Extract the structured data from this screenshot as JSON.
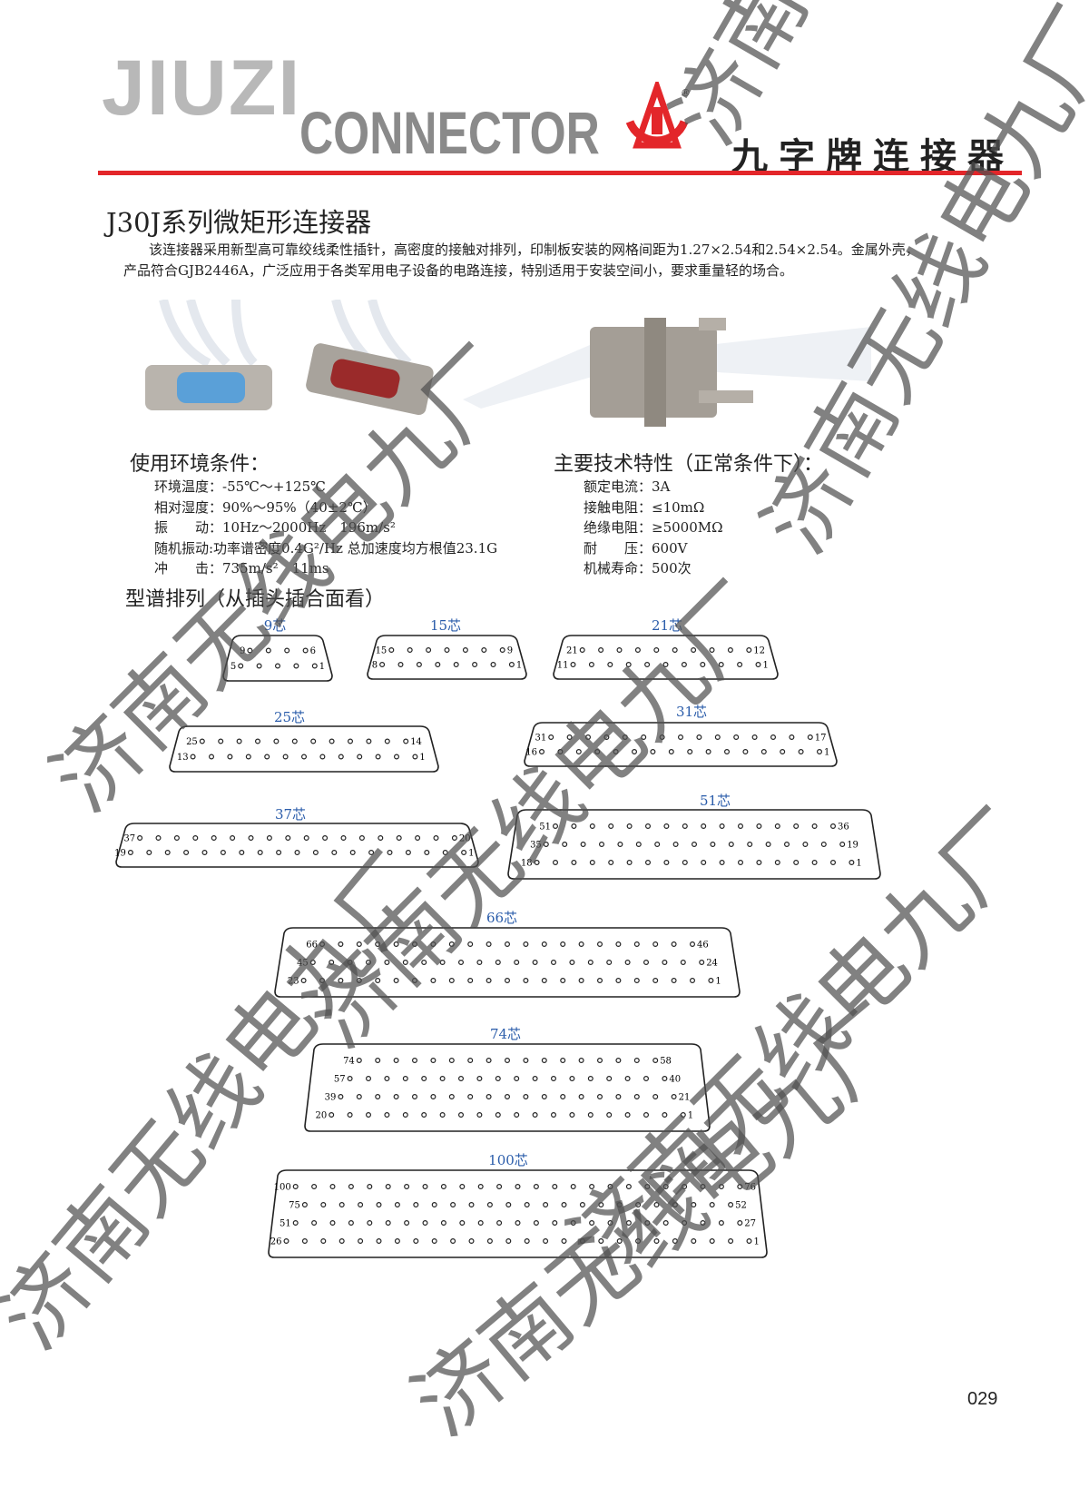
{
  "header": {
    "logo_en_1": "JIUZI",
    "logo_en_2": "CONNECTOR",
    "brand_cn": "九字牌连接器",
    "registered": "®"
  },
  "title": "J30J系列微矩形连接器",
  "intro": "该连接器采用新型高可靠绞线柔性插针，高密度的接触对排列，印制板安装的网格间距为1.27×2.54和2.54×2.54。金属外壳，产品符合GJB2446A，广泛应用于各类军用电子设备的电路连接，特别适用于安装空间小，要求重量轻的场合。",
  "env": {
    "heading": "使用环境条件：",
    "items": [
      "环境温度：-55℃～+125℃",
      "相对湿度：90%～95%（40±2℃）",
      "振　　动：10Hz～2000Hz　196m/s²",
      "随机振动:功率谱密度0.4G²/Hz 总加速度均方根值23.1G",
      "冲　　击：735m/s²　11ms"
    ]
  },
  "tech": {
    "heading": "主要技术特性（正常条件下）：",
    "items": [
      "额定电流：3A",
      "接触电阻：≤10mΩ",
      "绝缘电阻：≥5000MΩ",
      "耐　　压：600V",
      "机械寿命：500次"
    ]
  },
  "layout_heading": "型谱排列（从插头插合面看）",
  "connectors": [
    {
      "title": "9芯",
      "rows": [
        [
          9,
          6
        ],
        [
          5,
          1
        ]
      ]
    },
    {
      "title": "15芯",
      "rows": [
        [
          15,
          9
        ],
        [
          8,
          1
        ]
      ]
    },
    {
      "title": "21芯",
      "rows": [
        [
          21,
          12
        ],
        [
          11,
          1
        ]
      ]
    },
    {
      "title": "25芯",
      "rows": [
        [
          25,
          14
        ],
        [
          13,
          1
        ]
      ]
    },
    {
      "title": "31芯",
      "rows": [
        [
          31,
          17
        ],
        [
          16,
          1
        ]
      ]
    },
    {
      "title": "37芯",
      "rows": [
        [
          37,
          20
        ],
        [
          19,
          1
        ]
      ]
    },
    {
      "title": "51芯",
      "rows": [
        [
          51,
          36
        ],
        [
          35,
          19
        ],
        [
          18,
          1
        ]
      ]
    },
    {
      "title": "66芯",
      "rows": [
        [
          66,
          46
        ],
        [
          45,
          24
        ],
        [
          23,
          1
        ]
      ]
    },
    {
      "title": "74芯",
      "rows": [
        [
          74,
          58
        ],
        [
          57,
          40
        ],
        [
          39,
          21
        ],
        [
          20,
          1
        ]
      ]
    },
    {
      "title": "100芯",
      "rows": [
        [
          100,
          76
        ],
        [
          75,
          52
        ],
        [
          51,
          27
        ],
        [
          26,
          1
        ]
      ]
    }
  ],
  "watermark": "济南无线电九厂",
  "page_number": "029",
  "colors": {
    "accent_red": "#e3262a",
    "title_blue": "#2a5caa"
  }
}
